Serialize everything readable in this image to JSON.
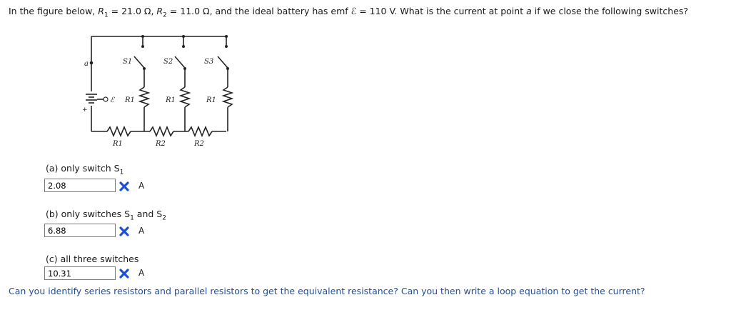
{
  "question": {
    "intro": "In the figure below, ",
    "r1_label": "R",
    "r1_sub": "1",
    "r1_value": " = 21.0 Ω, ",
    "r2_label": "R",
    "r2_sub": "2",
    "r2_value": " = 11.0 Ω, and the ideal battery has emf ",
    "emf_symbol": "ℰ",
    "emf_value": " = 110 V. What is the current at point ",
    "point": "a",
    "tail": " if we close the following switches?"
  },
  "circuit": {
    "point_label": "a",
    "switches": [
      "S1",
      "S2",
      "S3"
    ],
    "emf_label": "ℰ",
    "vertical_resistors": [
      "R1",
      "R1",
      "R1"
    ],
    "bottom_resistors": [
      "R1",
      "R2",
      "R2"
    ],
    "battery_plus": "+"
  },
  "parts": [
    {
      "label": "(a) only switch S",
      "sub": "1",
      "suffix": "",
      "value": "2.08",
      "unit": "A",
      "status": "incorrect"
    },
    {
      "label": "(b) only switches S",
      "sub": "1",
      "suffix": " and S",
      "sub2": "2",
      "value": "6.88",
      "unit": "A",
      "status": "incorrect"
    },
    {
      "label": "(c) all three switches",
      "sub": "",
      "suffix": "",
      "value": "10.31",
      "unit": "A",
      "status": "incorrect"
    }
  ],
  "hint": "Can you identify series resistors and parallel resistors to get the equivalent resistance? Can you then write a loop equation to get the current?",
  "colors": {
    "incorrect_icon": "#1a4fd6",
    "hint_text": "#1f4e9c"
  }
}
